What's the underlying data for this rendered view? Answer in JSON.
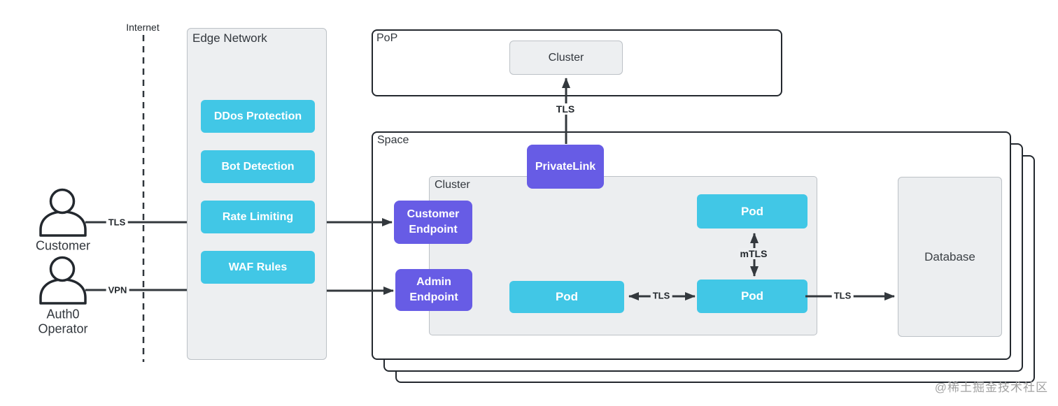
{
  "internet": {
    "label": "Internet"
  },
  "actors": {
    "customer": {
      "label": "Customer",
      "connection_label": "TLS"
    },
    "operator": {
      "label_line1": "Auth0",
      "label_line2": "Operator",
      "connection_label": "VPN"
    }
  },
  "edge_network": {
    "title": "Edge Network",
    "services": [
      "DDos Protection",
      "Bot Detection",
      "Rate Limiting",
      "WAF Rules"
    ]
  },
  "pop": {
    "title": "PoP",
    "cluster_label": "Cluster",
    "tls_label": "TLS"
  },
  "space": {
    "title": "Space",
    "privatelink_label": "PrivateLink",
    "cluster_title": "Cluster",
    "customer_endpoint_label": "Customer Endpoint",
    "admin_endpoint_label": "Admin Endpoint",
    "pods": [
      "Pod",
      "Pod",
      "Pod"
    ],
    "pod_to_pod_label": "TLS",
    "mtls_label": "mTLS",
    "db_link_label": "TLS",
    "database_label": "Database"
  },
  "watermark": "@稀土掘金技术社区",
  "colors": {
    "node_cyan": "#41c7e6",
    "node_purple": "#675ce5",
    "container_gray": "#edeff1",
    "line_dark": "#33383d"
  }
}
